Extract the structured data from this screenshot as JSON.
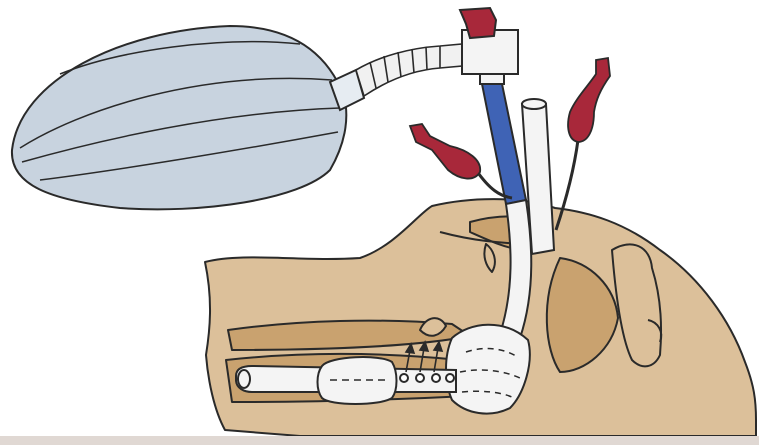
{
  "figure": {
    "parts": [
      {
        "id": "reservoir-bag",
        "icon": "ventilation-bag-icon"
      },
      {
        "id": "corrugated-connector",
        "icon": "corrugated-tube-icon"
      },
      {
        "id": "tube-connector",
        "icon": "connector-icon"
      },
      {
        "id": "blue-tube",
        "icon": "tube-icon"
      },
      {
        "id": "white-tube",
        "icon": "tube-icon"
      },
      {
        "id": "pilot-balloons",
        "icon": "pilot-balloon-icon"
      },
      {
        "id": "oropharyngeal-cuff",
        "icon": "cuff-icon"
      },
      {
        "id": "esophageal-cuff",
        "icon": "cuff-icon"
      },
      {
        "id": "airflow-arrows",
        "icon": "arrow-icon"
      },
      {
        "id": "head-cross-section",
        "icon": "anatomy-icon"
      }
    ],
    "colors": {
      "background": "#ffffff",
      "skin": "#dcc09a",
      "skin_dark": "#c9a26f",
      "bag_fill": "#c8d3df",
      "tube_blue": "#3f63b5",
      "tube_white": "#f4f4f4",
      "balloon_red": "#a8283a",
      "bottom_band": "#e0d8d3",
      "outline": "#2a2a2a"
    }
  }
}
